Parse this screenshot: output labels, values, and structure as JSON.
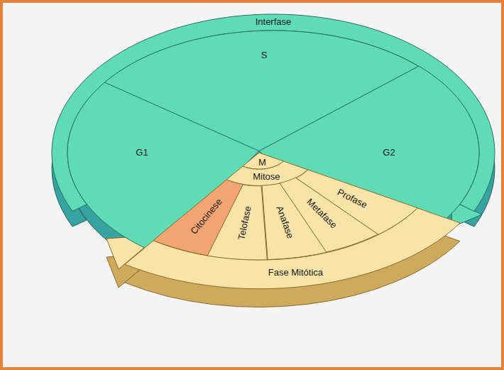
{
  "diagram": {
    "nodes": [
      {
        "text": [
          "Interfase"
        ]
      },
      {
        "text": [
          "S"
        ]
      },
      {
        "text": [
          "G1"
        ]
      },
      {
        "text": [
          "G2"
        ]
      },
      {
        "text": [
          "M"
        ]
      },
      {
        "text": [
          "Mitose"
        ]
      },
      {
        "text": [
          "Citocinese"
        ]
      },
      {
        "text": [
          "Telofase"
        ]
      },
      {
        "text": [
          "Anafase"
        ]
      },
      {
        "text": [
          "Metafase"
        ]
      },
      {
        "text": [
          "Profase"
        ]
      },
      {
        "text": [
          "Fase Mitótica"
        ]
      }
    ]
  }
}
